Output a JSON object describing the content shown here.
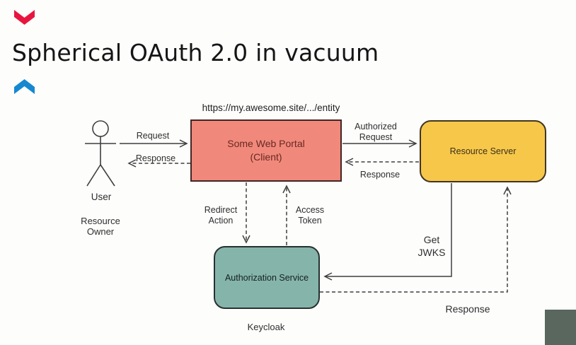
{
  "slide": {
    "title": "Spherical OAuth 2.0 in vacuum",
    "decor": {
      "down_chevron_color": "#e8163f",
      "up_chevron_color": "#1489d1",
      "corner_square_color": "#59675f"
    }
  },
  "diagram": {
    "url_label": "https://my.awesome.site/.../entity",
    "actor": {
      "name": "User",
      "role": [
        "Resource",
        "Owner"
      ]
    },
    "nodes": {
      "web_portal": {
        "label": [
          "Some Web Portal",
          "(Client)"
        ],
        "fill": "#f0897c"
      },
      "resource_server": {
        "label": "Resource Server",
        "fill": "#f7c74a"
      },
      "auth_service": {
        "label": "Authorization Service",
        "caption": "Keycloak",
        "fill": "#85b4ab"
      }
    },
    "edges": {
      "request": {
        "label": "Request",
        "style": "solid"
      },
      "response_to_user": {
        "label": "Response",
        "style": "dashed"
      },
      "authorized_request": {
        "label": [
          "Authorized",
          "Request"
        ],
        "style": "solid"
      },
      "response_to_portal": {
        "label": "Response",
        "style": "dashed"
      },
      "redirect_action": {
        "label": [
          "Redirect",
          "Action"
        ],
        "style": "dashed"
      },
      "access_token": {
        "label": [
          "Access",
          "Token"
        ],
        "style": "dashed"
      },
      "get_jwks": {
        "label": [
          "Get",
          "JWKS"
        ],
        "style": "solid"
      },
      "response_to_rs": {
        "label": "Response",
        "style": "dashed"
      }
    }
  }
}
